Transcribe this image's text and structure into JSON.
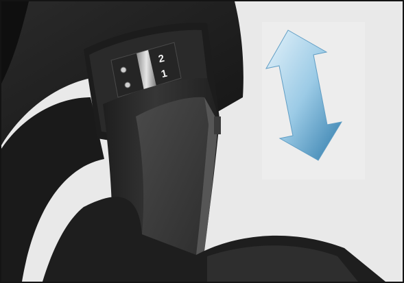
{
  "figure": {
    "subject": "headband-height-adjustment",
    "colors": {
      "background": "#e9e9e9",
      "border": "#141414",
      "housing_dark": "#1c1c1c",
      "housing_mid": "#2c2c2c",
      "slider_face": "#3b3b3b",
      "slider_edge": "#565656",
      "scale_plate": "#9a9a9a",
      "arrow_light": "#d9ecf6",
      "arrow_dark": "#3f86b4"
    },
    "scale_marks": {
      "upper": "2",
      "lower": "1"
    },
    "icons": {
      "adjust_direction": "double-arrow-up-down-icon",
      "detent_dots": "circle-dot-icon"
    }
  }
}
